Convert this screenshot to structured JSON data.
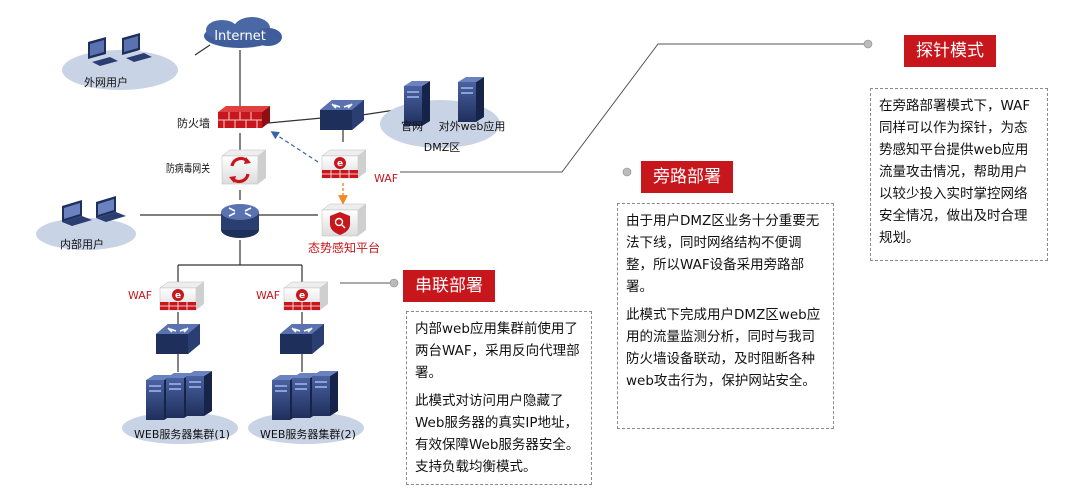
{
  "nodes": {
    "internet": "Internet",
    "external_users": "外网用户",
    "firewall": "防火墙",
    "antivirus_gateway": "防病毒网关",
    "dmz_official": "官网",
    "dmz_web_app": "对外web应用",
    "dmz_zone": "DMZ区",
    "waf_bypass": "WAF",
    "situation_platform": "态势感知平台",
    "internal_users": "内部用户",
    "waf_left": "WAF",
    "waf_right": "WAF",
    "cluster_1": "WEB服务器集群(1)",
    "cluster_2": "WEB服务器集群(2)"
  },
  "callouts": {
    "probe": {
      "title": "探针模式",
      "paragraphs": [
        "在旁路部署模式下，WAF同样可以作为探针，为态势感知平台提供web应用流量攻击情况，帮助用户以较少投入实时掌控网络安全情况，做出及时合理规划。"
      ]
    },
    "bypass": {
      "title": "旁路部署",
      "paragraphs": [
        "由于用户DMZ区业务十分重要无法下线，同时网络结构不便调整，所以WAF设备采用旁路部署。",
        "此模式下完成用户DMZ区web应用的流量监测分析，同时与我司防火墙设备联动，及时阻断各种web攻击行为，保护网站安全。"
      ]
    },
    "inline": {
      "title": "串联部署",
      "paragraphs": [
        "内部web应用集群前使用了两台WAF，采用反向代理部署。",
        "此模式对访问用户隐藏了Web服务器的真实IP地址，有效保障Web服务器安全。支持负载均衡模式。"
      ]
    }
  },
  "colors": {
    "accent_red": "#c8161d",
    "device_navy": "#2a3e72",
    "ellipse_fill": "#c9d3e6",
    "link_orange": "#f08a24",
    "link_blue_dashed": "#3a62a8"
  },
  "icons": {
    "cloud": "cloud-icon",
    "firewall": "brick-wall-icon",
    "switch": "network-switch-icon",
    "router": "router-icon",
    "server": "server-tower-icon",
    "waf": "waf-shield-appliance-icon",
    "platform": "shield-search-icon",
    "desktop": "desktop-computer-icon",
    "laptop": "laptop-icon"
  }
}
